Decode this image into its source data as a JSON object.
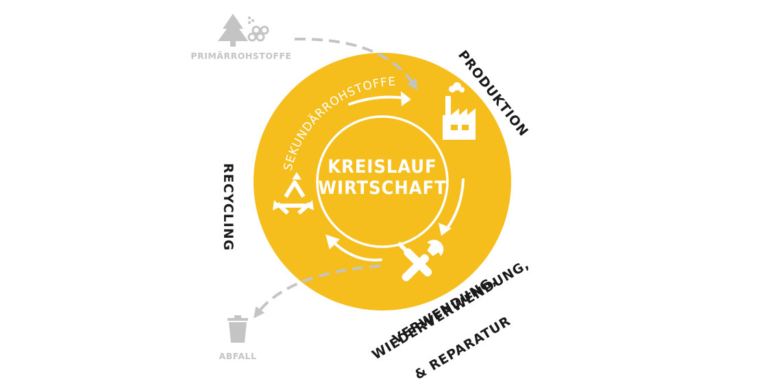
{
  "center": {
    "line1": "KREISLAUF",
    "line2": "WIRTSCHAFT"
  },
  "arc_label": "SEKUNDÄRROHSTOFFE",
  "stages": {
    "produktion": "PRODUKTION",
    "recycling": "RECYCLING",
    "verwendung": [
      "VERWENDUNG,",
      "WIEDERVERWENDUNG,",
      "& REPARATUR"
    ]
  },
  "inputs": {
    "primary": "PRIMÄRROHSTOFFE",
    "waste": "ABFALL"
  },
  "icons": {
    "tree": "tree-icon",
    "logs": "logs-icon",
    "factory": "factory-icon",
    "tools": "tools-icon",
    "recycle": "recycle-icon",
    "trash": "trash-can-icon"
  },
  "colors": {
    "circle": "#F5BE1C",
    "white": "#FFFFFF",
    "grey": "#C4C4C4",
    "text": "#1A1A1A"
  }
}
